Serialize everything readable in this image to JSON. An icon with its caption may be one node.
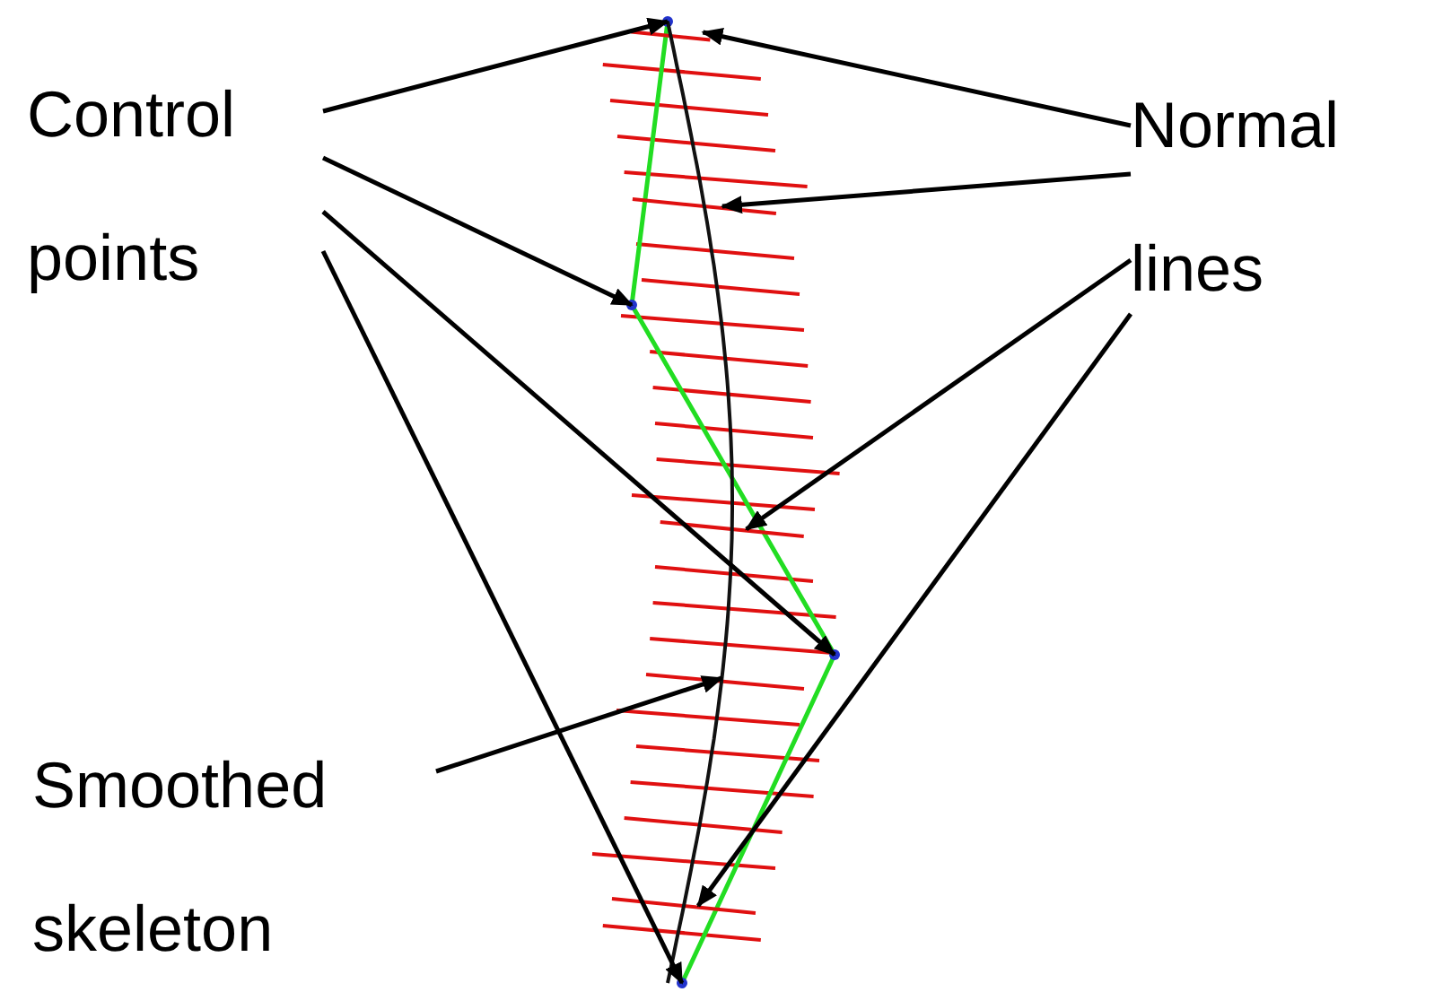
{
  "diagram": {
    "nodes": [
      {
        "text": [
          "Control points"
        ]
      },
      {
        "text": [
          "Normal lines"
        ]
      },
      {
        "text": [
          "Smoothed skeleton"
        ]
      },
      {
        "text": [],
        "shape": "circle"
      },
      {
        "text": [],
        "shape": "circle"
      },
      {
        "text": [],
        "shape": "circle"
      },
      {
        "text": [],
        "shape": "circle"
      },
      {
        "text": [],
        "shape": "line"
      },
      {
        "text": [],
        "shape": "line"
      },
      {
        "text": [],
        "shape": "line"
      },
      {
        "text": [],
        "shape": "line"
      },
      {
        "text": [],
        "shape": "curve"
      }
    ],
    "edges": [
      {
        "from": 0,
        "to": 3,
        "arrow": "to"
      },
      {
        "from": 0,
        "to": 4,
        "arrow": "to"
      },
      {
        "from": 0,
        "to": 5,
        "arrow": "to"
      },
      {
        "from": 0,
        "to": 6,
        "arrow": "to"
      },
      {
        "from": 1,
        "to": 7,
        "arrow": "to"
      },
      {
        "from": 1,
        "to": 8,
        "arrow": "to"
      },
      {
        "from": 1,
        "to": 9,
        "arrow": "to"
      },
      {
        "from": 1,
        "to": 10,
        "arrow": "to"
      },
      {
        "from": 2,
        "to": 11,
        "arrow": "to"
      }
    ]
  }
}
